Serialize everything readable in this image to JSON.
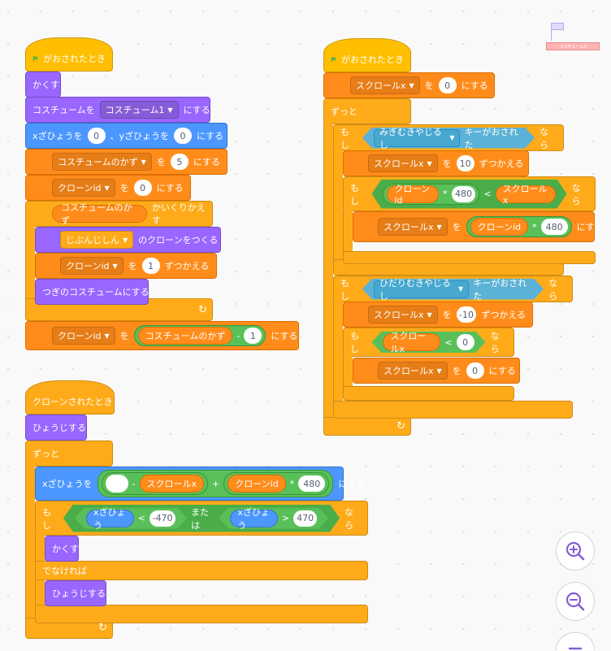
{
  "stage_thumbnail": {
    "label": "コスチューム1"
  },
  "zoom": {
    "zoom_in": "zoom-in",
    "zoom_out": "zoom-out",
    "reset": "zoom-reset"
  },
  "script1": {
    "hat": "がおされたとき",
    "hide": "かくす",
    "switch_costume_label": "コスチュームを",
    "switch_costume_value": "コスチューム1",
    "switch_costume_suffix": "にする",
    "goto_x_label": "xざひょうを",
    "goto_x_value": "0",
    "goto_y_label": "、yざひょうを",
    "goto_y_value": "0",
    "goto_suffix": "にする",
    "set_costcount_var": "コスチュームのかず",
    "set_costcount_to": "を",
    "set_costcount_value": "5",
    "set_costcount_suffix": "にする",
    "set_cloneid_var": "クローンid",
    "set_cloneid_to": "を",
    "set_cloneid_value": "0",
    "set_cloneid_suffix": "にする",
    "repeat_var": "コスチュームのかず",
    "repeat_label": "かいくりかえす",
    "create_clone_value": "じぶんじしん",
    "create_clone_label": "のクローンをつくる",
    "change_cloneid_var": "クローンid",
    "change_cloneid_to": "を",
    "change_cloneid_value": "1",
    "change_cloneid_suffix": "ずつかえる",
    "next_costume": "つぎのコスチュームにする",
    "final_set_var": "クローンid",
    "final_set_to": "を",
    "final_set_reporter": "コスチュームのかず",
    "final_set_op": "-",
    "final_set_value": "1",
    "final_set_suffix": "にする"
  },
  "script2": {
    "hat": "クローンされたとき",
    "show": "ひょうじする",
    "forever": "ずっと",
    "setx_label": "xざひょうを",
    "setx_blank": "",
    "setx_minus": "-",
    "setx_scroll": "スクロールx",
    "setx_plus": "+",
    "setx_cloneid": "クローンid",
    "setx_mul": "*",
    "setx_value": "480",
    "setx_suffix": "にする",
    "if_label": "もし",
    "cond1_reporter": "xざひょう",
    "cond1_op": "<",
    "cond1_value": "-470",
    "or_label": "または",
    "cond2_reporter": "xざひょう",
    "cond2_op": ">",
    "cond2_value": "470",
    "then_label": "なら",
    "hide": "かくす",
    "else_label": "でなければ",
    "show2": "ひょうじする"
  },
  "script3": {
    "hat": "がおされたとき",
    "set_scroll_var": "スクロールx",
    "set_scroll_to": "を",
    "set_scroll_value": "0",
    "set_scroll_suffix": "にする",
    "forever": "ずっと",
    "if1_label": "もし",
    "if1_key": "みぎむきやじるし",
    "if1_key_suffix": "キーがおされた",
    "if1_then": "なら",
    "change1_var": "スクロールx",
    "change1_to": "を",
    "change1_value": "10",
    "change1_suffix": "ずつかえる",
    "if2_label": "もし",
    "if2_cloneid": "クローンid",
    "if2_mul": "*",
    "if2_mul_value": "480",
    "if2_op": "<",
    "if2_scroll": "スクロールx",
    "if2_then": "なら",
    "set2_var": "スクロールx",
    "set2_to": "を",
    "set2_cloneid": "クローンid",
    "set2_mul": "*",
    "set2_value": "480",
    "set2_suffix": "にする",
    "if3_label": "もし",
    "if3_key": "ひだりむきやじるし",
    "if3_key_suffix": "キーがおされた",
    "if3_then": "なら",
    "change3_var": "スクロールx",
    "change3_to": "を",
    "change3_value": "-10",
    "change3_suffix": "ずつかえる",
    "if4_label": "もし",
    "if4_scroll": "スクロールx",
    "if4_op": "<",
    "if4_value": "0",
    "if4_then": "なら",
    "set4_var": "スクロールx",
    "set4_to": "を",
    "set4_value": "0",
    "set4_suffix": "にする"
  },
  "colors": {
    "events": "#ffbf00",
    "control": "#ffab19",
    "variables": "#ff8c1a",
    "looks": "#9966ff",
    "motion": "#4c97ff",
    "operators": "#59c059",
    "sensing": "#5cb1d6"
  }
}
